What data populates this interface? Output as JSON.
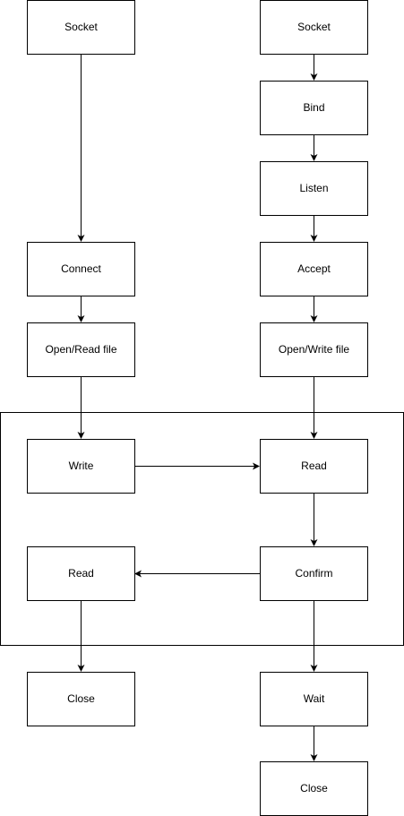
{
  "diagram": {
    "client": {
      "socket": "Socket",
      "connect": "Connect",
      "open_read_file": "Open/Read file",
      "write": "Write",
      "read": "Read",
      "close": "Close"
    },
    "server": {
      "socket": "Socket",
      "bind": "Bind",
      "listen": "Listen",
      "accept": "Accept",
      "open_write_file": "Open/Write file",
      "read": "Read",
      "confirm": "Confirm",
      "wait": "Wait",
      "close": "Close"
    },
    "edges": [
      {
        "from": "client-socket",
        "to": "client-connect"
      },
      {
        "from": "client-connect",
        "to": "client-open-read-file"
      },
      {
        "from": "client-open-read-file",
        "to": "client-write"
      },
      {
        "from": "client-write",
        "to": "server-read"
      },
      {
        "from": "server-confirm",
        "to": "client-read"
      },
      {
        "from": "client-read",
        "to": "client-close"
      },
      {
        "from": "server-socket",
        "to": "server-bind"
      },
      {
        "from": "server-bind",
        "to": "server-listen"
      },
      {
        "from": "server-listen",
        "to": "server-accept"
      },
      {
        "from": "server-accept",
        "to": "server-open-write-file"
      },
      {
        "from": "server-open-write-file",
        "to": "server-read"
      },
      {
        "from": "server-read",
        "to": "server-confirm"
      },
      {
        "from": "server-confirm",
        "to": "server-wait"
      },
      {
        "from": "server-wait",
        "to": "server-close"
      }
    ]
  }
}
